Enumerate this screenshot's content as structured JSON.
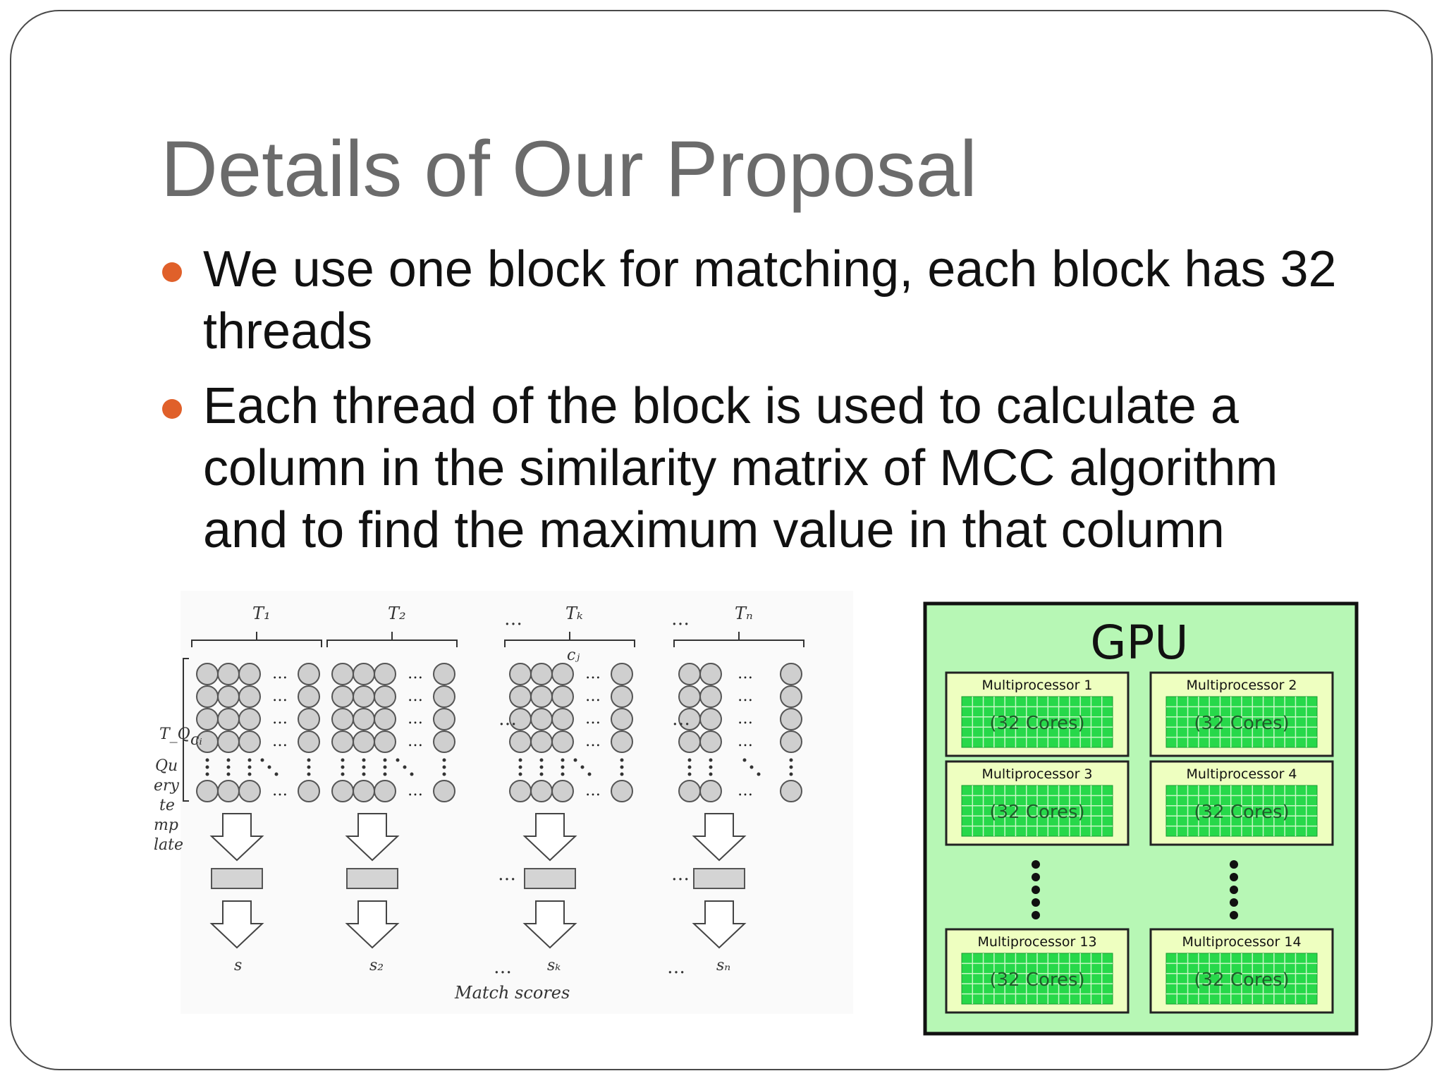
{
  "slide": {
    "title": "Details of Our Proposal",
    "bullets": [
      "We use one block for matching, each block has 32 threads",
      "Each thread of the block is used to calculate a column in the similarity matrix of MCC algorithm and to find the maximum value in that column"
    ],
    "bullet_color": "#e0602a"
  },
  "matching_diagram": {
    "column_headers": [
      "T₁",
      "T₂",
      "Tₖ",
      "Tₙ"
    ],
    "column_label": "cⱼ",
    "row_label": "cᵢ",
    "query_template_label": "T_Q",
    "query_template_text": [
      "Qu",
      "ery",
      "te",
      "mp",
      "late"
    ],
    "scores": [
      "s",
      "s₂",
      "sₖ",
      "sₙ"
    ],
    "match_scores_label": "Match scores",
    "ellipsis": "…"
  },
  "gpu_diagram": {
    "title": "GPU",
    "multiprocessors": [
      {
        "name": "Multiprocessor 1",
        "cores": "(32 Cores)"
      },
      {
        "name": "Multiprocessor 2",
        "cores": "(32 Cores)"
      },
      {
        "name": "Multiprocessor 3",
        "cores": "(32 Cores)"
      },
      {
        "name": "Multiprocessor 4",
        "cores": "(32 Cores)"
      },
      {
        "name": "Multiprocessor 13",
        "cores": "(32 Cores)"
      },
      {
        "name": "Multiprocessor 14",
        "cores": "(32 Cores)"
      }
    ],
    "colors": {
      "background": "#b7f7b5",
      "processor": "#eeffc0",
      "cores": "#27d84a",
      "cores_grid": "#c8f7c4"
    }
  }
}
